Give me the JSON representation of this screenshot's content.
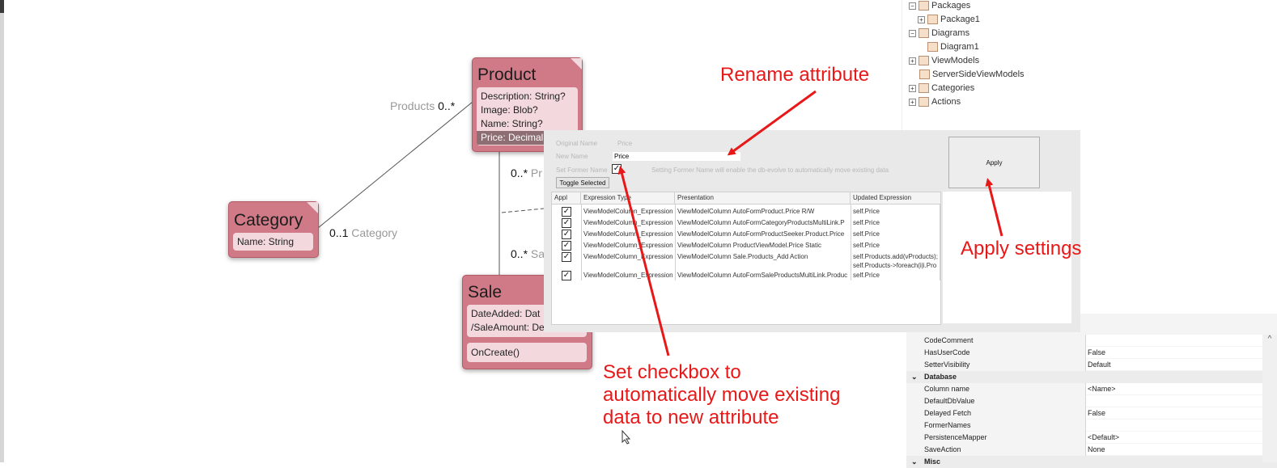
{
  "diagram": {
    "product": {
      "title": "Product",
      "attributes": [
        "Description: String?",
        "Image: Blob?",
        "Name: String?",
        "Price: Decimal"
      ]
    },
    "category": {
      "title": "Category",
      "attributes": [
        "Name: String"
      ]
    },
    "sale": {
      "title": "Sale",
      "attributes": [
        "DateAdded: Dat",
        "/SaleAmount: De"
      ],
      "methods": [
        "OnCreate()"
      ]
    },
    "associations": {
      "products_role": "Products",
      "products_mult": "0..*",
      "category_mult": "0..1",
      "category_role": "Category",
      "pr_mult": "0..*",
      "pr_role": "Pr",
      "sa_mult": "0..*",
      "sa_role": "Sa"
    }
  },
  "model_tree": {
    "items": [
      {
        "label": "Packages",
        "expander": "−"
      },
      {
        "label": "Package1",
        "expander": "+"
      },
      {
        "label": "Diagrams",
        "expander": "−"
      },
      {
        "label": "Diagram1",
        "expander": ""
      },
      {
        "label": "ViewModels",
        "expander": "+"
      },
      {
        "label": "ServerSideViewModels",
        "expander": ""
      },
      {
        "label": "Categories",
        "expander": "+"
      },
      {
        "label": "Actions",
        "expander": "+"
      }
    ]
  },
  "rename_dialog": {
    "original_name_label": "Original Name",
    "original_name_value": "Price",
    "new_name_label": "New Name",
    "new_name_value": "Price",
    "set_former_name_label": "Set Former Name",
    "set_former_name_checked": "✓",
    "former_name_hint": "Setting Former Name will enable the db-evolve to automatically move existing data",
    "toggle_selected_label": "Toggle Selected",
    "apply_label": "Apply",
    "grid": {
      "headers": [
        "Appl",
        "Expression Type",
        "Presentation",
        "Updated Expression"
      ],
      "rows": [
        {
          "check": "✓",
          "type": "ViewModelColumn_Expression",
          "presentation": "ViewModelColumn AutoFormProduct.Price R/W",
          "expr": "self.Price",
          "expr2": ""
        },
        {
          "check": "✓",
          "type": "ViewModelColumn_Expression",
          "presentation": "ViewModelColumn AutoFormCategoryProductsMultiLink.P",
          "expr": "self.Price",
          "expr2": ""
        },
        {
          "check": "✓",
          "type": "ViewModelColumn_Expression",
          "presentation": "ViewModelColumn AutoFormProductSeeker.Product.Price",
          "expr": "self.Price",
          "expr2": ""
        },
        {
          "check": "✓",
          "type": "ViewModelColumn_Expression",
          "presentation": "ViewModelColumn ProductViewModel.Price Static",
          "expr": "self.Price",
          "expr2": ""
        },
        {
          "check": "✓",
          "type": "ViewModelColumn_Expression",
          "presentation": "ViewModelColumn Sale.Products_Add Action",
          "expr": "self.Products.add(vProducts);",
          "expr2": "self.Products->foreach(i|i.Pro"
        },
        {
          "check": "✓",
          "type": "ViewModelColumn_Expression",
          "presentation": "ViewModelColumn AutoFormSaleProductsMultiLink.Produc",
          "expr": "self.Price",
          "expr2": ""
        }
      ]
    }
  },
  "properties": {
    "rows": [
      {
        "kind": "prop",
        "name": "CodeComment",
        "value": ""
      },
      {
        "kind": "prop",
        "name": "HasUserCode",
        "value": "False"
      },
      {
        "kind": "prop",
        "name": "SetterVisibility",
        "value": "Default"
      },
      {
        "kind": "cat",
        "name": "Database"
      },
      {
        "kind": "prop",
        "name": "Column name",
        "value": "<Name>"
      },
      {
        "kind": "prop",
        "name": "DefaultDbValue",
        "value": ""
      },
      {
        "kind": "prop",
        "name": "Delayed Fetch",
        "value": "False"
      },
      {
        "kind": "prop",
        "name": "FormerNames",
        "value": ""
      },
      {
        "kind": "prop",
        "name": "PersistenceMapper",
        "value": "<Default>"
      },
      {
        "kind": "prop",
        "name": "SaveAction",
        "value": "None"
      },
      {
        "kind": "cat",
        "name": "Misc"
      }
    ],
    "scroll_up": "^"
  },
  "annotations": {
    "rename": "Rename attribute",
    "apply": "Apply settings",
    "checkbox_line1": "Set checkbox to",
    "checkbox_line2": "automatically move existing",
    "checkbox_line3": "data to new attribute"
  },
  "colors": {
    "class_fill": "#cf7a86",
    "class_compartment": "#f3d9dd",
    "annotation": "#e81818"
  }
}
